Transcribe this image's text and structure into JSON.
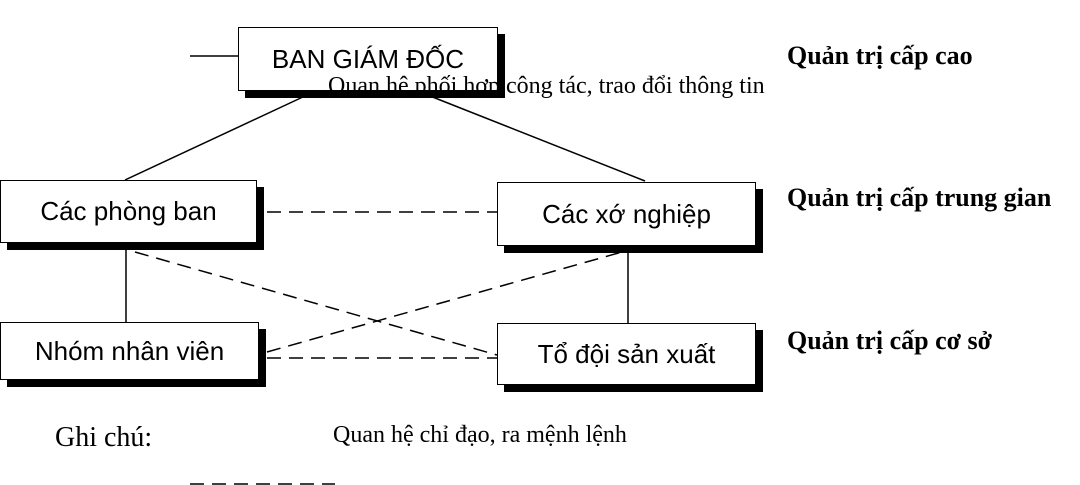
{
  "nodes": {
    "top": "BAN GIÁM ĐỐC",
    "departments": "Các phòng ban",
    "enterprises": "Các xớ nghiệp",
    "staff_group": "Nhóm nhân viên",
    "production_team": "Tổ đội sản xuất"
  },
  "levels": {
    "senior": "Quản trị cấp cao",
    "middle": "Quản trị cấp trung gian",
    "base": "Quản trị cấp cơ sở"
  },
  "legend": {
    "title": "Ghi chú:",
    "solid_label": "Quan hệ chỉ đạo, ra mệnh lệnh",
    "dashed_label": "Quan hệ phối hợp công tác, trao đổi thông  tin"
  }
}
